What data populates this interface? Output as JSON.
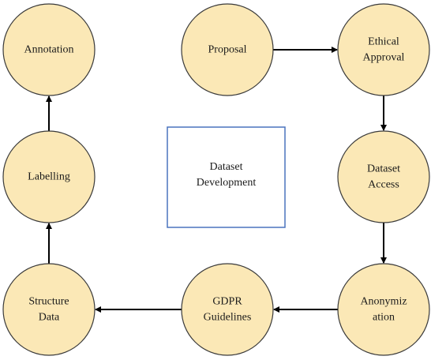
{
  "diagram": {
    "nodes": [
      {
        "id": "annotation",
        "lines": [
          "Annotation"
        ]
      },
      {
        "id": "proposal",
        "lines": [
          "Proposal"
        ]
      },
      {
        "id": "ethical-approval",
        "lines": [
          "Ethical",
          "Approval"
        ]
      },
      {
        "id": "labelling",
        "lines": [
          "Labelling"
        ]
      },
      {
        "id": "dataset-access",
        "lines": [
          "Dataset",
          "Access"
        ]
      },
      {
        "id": "structure-data",
        "lines": [
          "Structure",
          "Data"
        ]
      },
      {
        "id": "gdpr-guidelines",
        "lines": [
          "GDPR",
          "Guidelines"
        ]
      },
      {
        "id": "anonymization",
        "lines": [
          "Anonymiz",
          "ation"
        ]
      }
    ],
    "center": {
      "id": "dataset-development",
      "lines": [
        "Dataset",
        "Development"
      ]
    },
    "edges": [
      {
        "from": "proposal",
        "to": "ethical-approval"
      },
      {
        "from": "ethical-approval",
        "to": "dataset-access"
      },
      {
        "from": "dataset-access",
        "to": "anonymization"
      },
      {
        "from": "anonymization",
        "to": "gdpr-guidelines"
      },
      {
        "from": "gdpr-guidelines",
        "to": "structure-data"
      },
      {
        "from": "structure-data",
        "to": "labelling"
      },
      {
        "from": "labelling",
        "to": "annotation"
      }
    ],
    "colors": {
      "node_fill": "#fbe8b6",
      "node_stroke": "#3a3a3a",
      "box_stroke": "#4a73be",
      "edge": "#000000"
    }
  }
}
